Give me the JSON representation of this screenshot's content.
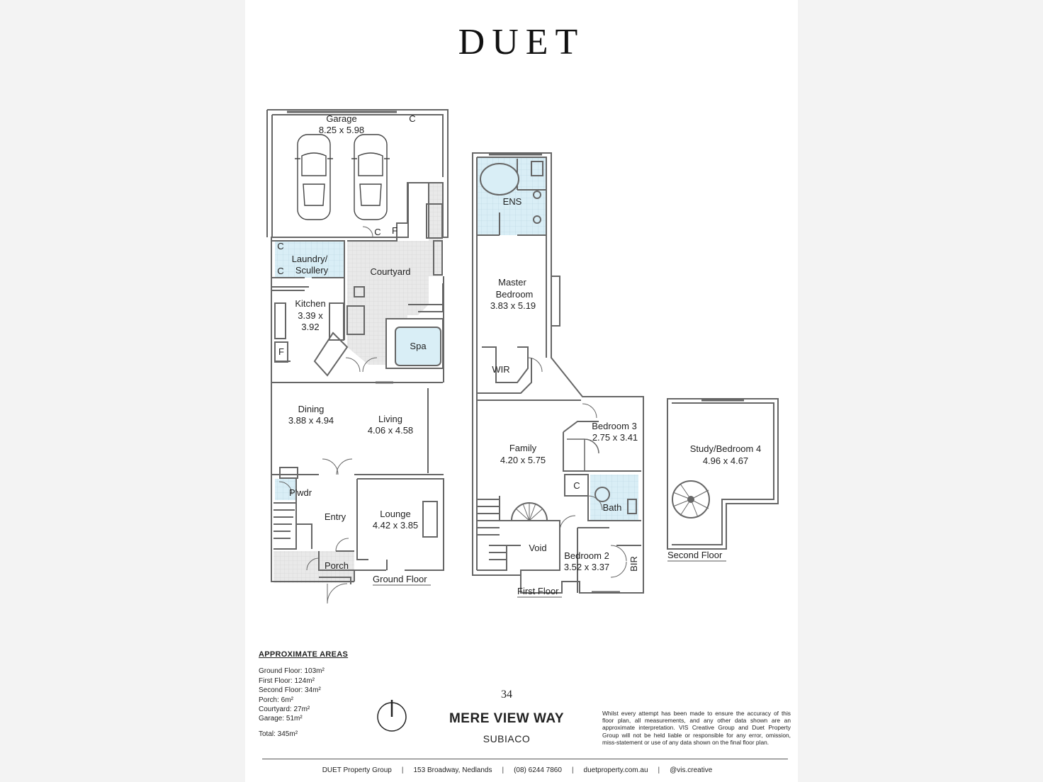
{
  "brand": "DUET",
  "rooms": {
    "garage": {
      "name": "Garage",
      "dims": "8.25 x 5.98"
    },
    "laundry": {
      "line1": "Laundry/",
      "line2": "Scullery"
    },
    "courtyard": {
      "name": "Courtyard"
    },
    "kitchen": {
      "name": "Kitchen",
      "dims1": "3.39 x",
      "dims2": "3.92"
    },
    "spa": {
      "name": "Spa"
    },
    "dining": {
      "name": "Dining",
      "dims": "3.88 x 4.94"
    },
    "living": {
      "name": "Living",
      "dims": "4.06 x 4.58"
    },
    "pwdr": {
      "name": "P'wdr"
    },
    "entry": {
      "name": "Entry"
    },
    "lounge": {
      "name": "Lounge",
      "dims": "4.42 x 3.85"
    },
    "porch": {
      "name": "Porch"
    },
    "ens": {
      "name": "ENS"
    },
    "master": {
      "line1": "Master",
      "line2": "Bedroom",
      "dims": "3.83 x 5.19"
    },
    "wir": {
      "name": "WIR"
    },
    "family": {
      "name": "Family",
      "dims": "4.20 x 5.75"
    },
    "bed3": {
      "name": "Bedroom 3",
      "dims": "2.75 x 3.41"
    },
    "bath": {
      "name": "Bath"
    },
    "void": {
      "name": "Void"
    },
    "bed2": {
      "name": "Bedroom 2",
      "dims": "3.52 x 3.37"
    },
    "bir": {
      "name": "BIR"
    },
    "study": {
      "name": "Study/Bedroom 4",
      "dims": "4.96 x 4.67"
    }
  },
  "markers": {
    "c": "C",
    "f": "F"
  },
  "floors": {
    "ground": "Ground Floor",
    "first": "First Floor",
    "second": "Second Floor"
  },
  "areas": {
    "heading": "APPROXIMATE AREAS",
    "items": [
      "Ground Floor: 103m²",
      "First Floor: 124m²",
      "Second Floor: 34m²",
      "Porch: 6m²",
      "Courtyard: 27m²",
      "Garage: 51m²"
    ],
    "total": "Total: 345m²"
  },
  "address": {
    "number": "34",
    "street": "MERE VIEW WAY",
    "suburb": "SUBIACO"
  },
  "disclaimer": "Whilst every attempt has been made to ensure the accuracy of this floor plan, all measurements, and any other data shown are an approximate interpretation. VIS Creative Group and Duet Property Group will not be held liable or responsible for any error, omission, miss-statement or use of any data shown on the final floor plan.",
  "footer": [
    "DUET Property Group",
    "153 Broadway, Nedlands",
    "(08) 6244 7860",
    "duetproperty.com.au",
    "@vis.creative"
  ],
  "colors": {
    "wet_area": "#d9eef6",
    "paving": "#e6e6e6",
    "wall": "#666666"
  }
}
